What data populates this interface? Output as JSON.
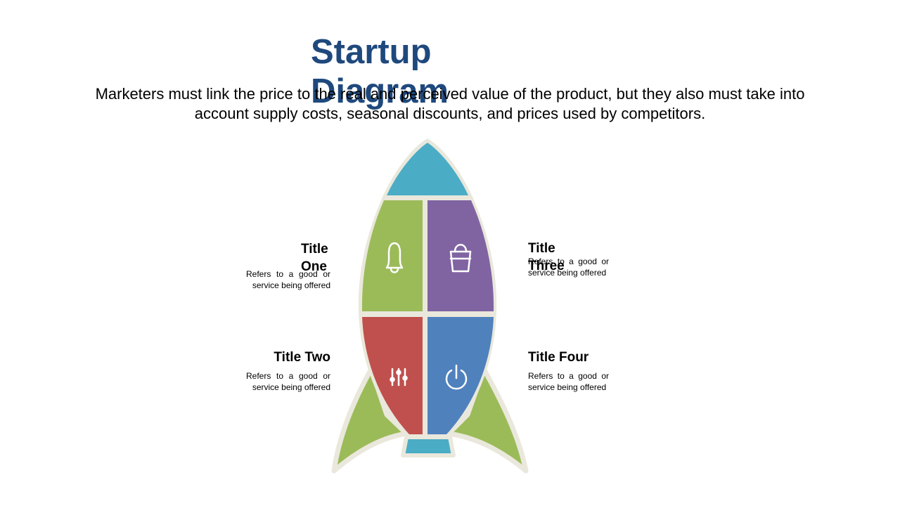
{
  "header": {
    "title": "Startup Diagram",
    "description": "Marketers must link the price to the real and perceived value of the product, but they also must take into account supply costs, seasonal discounts, and prices used by competitors."
  },
  "items": [
    {
      "title": "Title One",
      "text": "Refers to a good or service being offered",
      "icon": "bell-icon",
      "color": "#9bbb59"
    },
    {
      "title": "Title Two",
      "text": "Refers to a good or service being offered",
      "icon": "sliders-icon",
      "color": "#c0504d"
    },
    {
      "title": "Title Three",
      "text": "Refers to a good or service being offered",
      "icon": "bag-icon",
      "color": "#8064a2"
    },
    {
      "title": "Title Four",
      "text": "Refers to a good or service being offered",
      "icon": "power-icon",
      "color": "#4f81bd"
    }
  ],
  "colors": {
    "title": "#1f497d",
    "nose": "#4bacc6",
    "fins": "#9bbb59",
    "outline": "#eae8dc",
    "icon_stroke": "#ffffff"
  }
}
